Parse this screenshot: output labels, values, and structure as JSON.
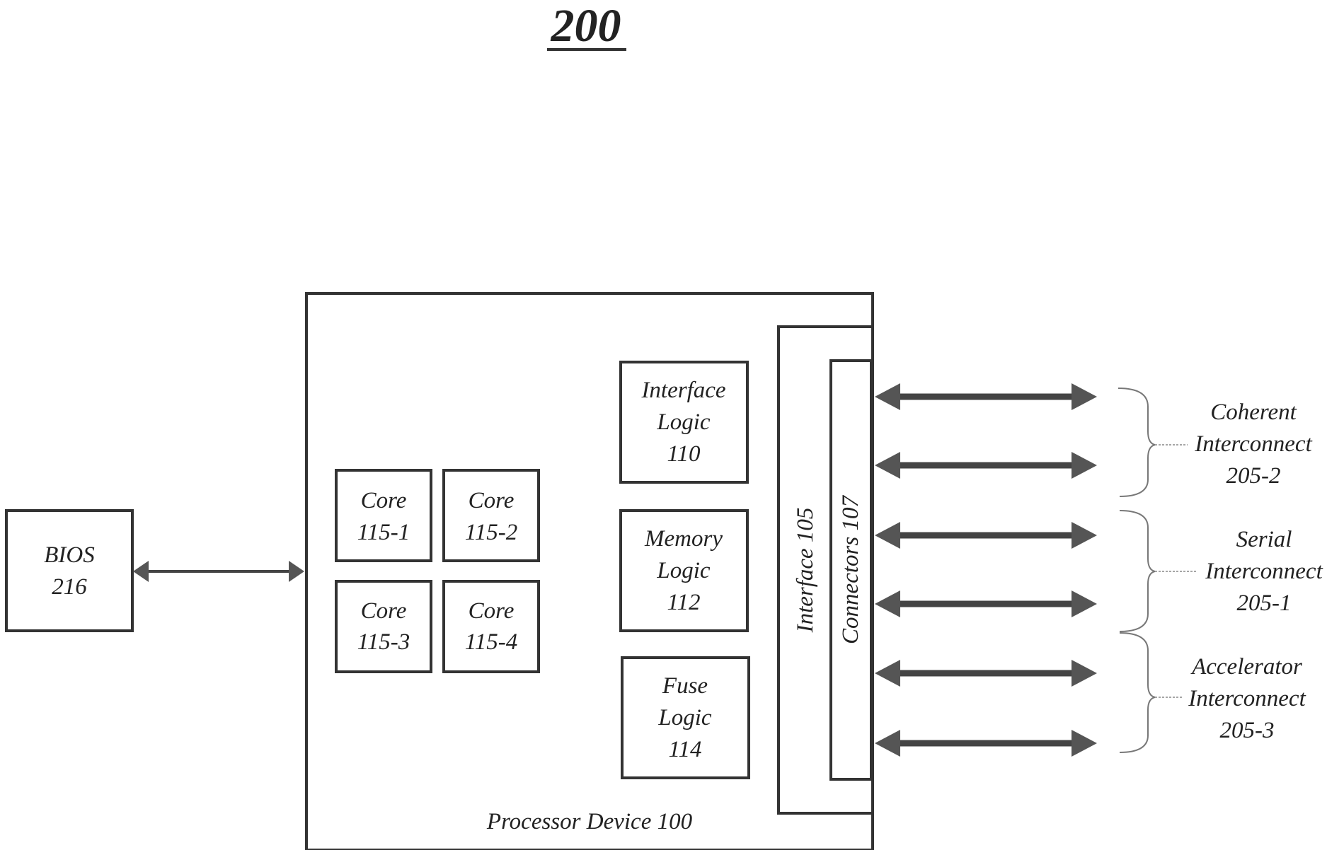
{
  "figure_number": "200",
  "processor": {
    "label": "Processor Device 100"
  },
  "bios": {
    "line1": "BIOS",
    "line2": "216"
  },
  "cores": [
    {
      "line1": "Core",
      "line2": "115-1"
    },
    {
      "line1": "Core",
      "line2": "115-2"
    },
    {
      "line1": "Core",
      "line2": "115-3"
    },
    {
      "line1": "Core",
      "line2": "115-4"
    }
  ],
  "logic_blocks": [
    {
      "line1": "Interface",
      "line2": "Logic",
      "line3": "110"
    },
    {
      "line1": "Memory",
      "line2": "Logic",
      "line3": "112"
    },
    {
      "line1": "Fuse",
      "line2": "Logic",
      "line3": "114"
    }
  ],
  "interface": {
    "label": "Interface 105"
  },
  "connectors": {
    "label": "Connectors 107"
  },
  "interconnects": [
    {
      "line1": "Coherent",
      "line2": "Interconnect",
      "line3": "205-2"
    },
    {
      "line1": "Serial",
      "line2": "Interconnect",
      "line3": "205-1"
    },
    {
      "line1": "Accelerator",
      "line2": "Interconnect",
      "line3": "205-3"
    }
  ]
}
